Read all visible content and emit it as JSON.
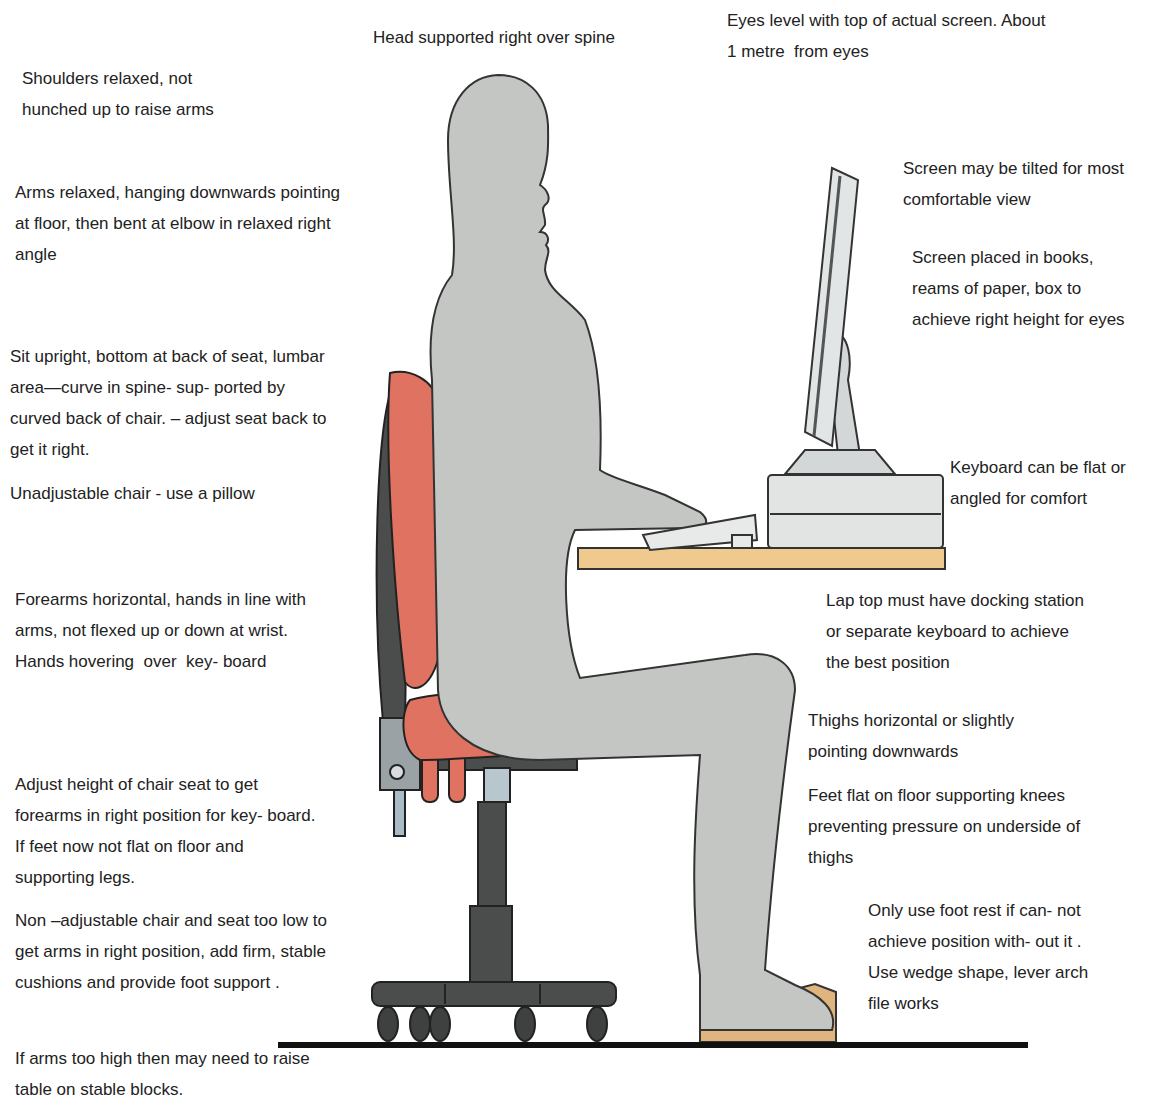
{
  "diagram": {
    "labels": [
      "Head supported right over spine",
      "Eyes level with top of actual screen. About 1 metre  from eyes",
      "Shoulders relaxed, not hunched up to raise arms",
      "Screen may be tilted for most comfortable view",
      "Arms relaxed, hanging downwards pointing at floor, then bent at elbow in relaxed right angle",
      "Screen placed in books, reams of paper, box to achieve right height for eyes",
      "Sit upright, bottom at back of seat, lumbar area—curve in spine- sup- ported by  curved back of chair. – adjust seat back to get it right.",
      "Keyboard can be flat or angled for comfort",
      "Unadjustable chair - use a pillow",
      "Forearms horizontal, hands in line with arms, not flexed up or down at wrist.  Hands hovering  over  key- board",
      "Lap top must have docking station or separate keyboard to achieve the best position",
      "Thighs horizontal or slightly pointing downwards",
      "Adjust height of chair seat to get forearms in right position for key- board. If feet now not flat on floor and supporting legs.",
      "Feet flat on floor supporting knees preventing pressure on underside of thighs",
      "Non –adjustable chair and seat too low to get arms in right position, add firm, stable cushions and provide foot support .",
      "Only use foot rest if can- not achieve position with- out it .  Use wedge shape, lever arch file works",
      "If arms too high then may need to raise table on stable blocks."
    ]
  }
}
